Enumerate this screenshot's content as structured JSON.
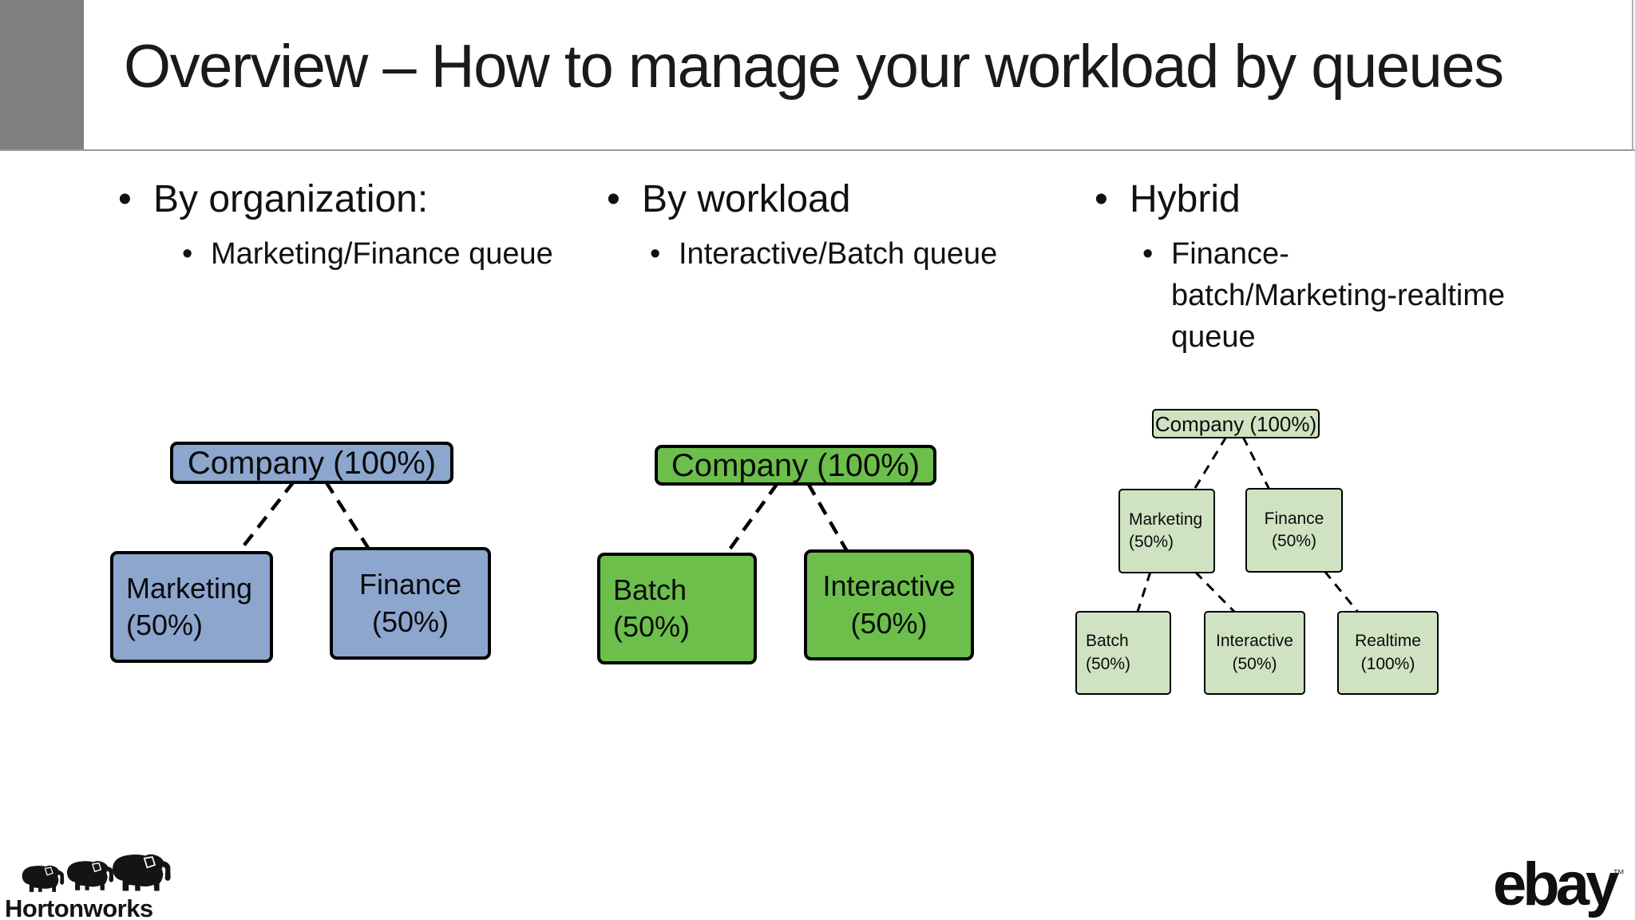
{
  "slide": {
    "title": "Overview – How to manage your workload by queues",
    "header_accent_color": "#7f7f7f",
    "background": "#ffffff"
  },
  "bullets": {
    "organization": {
      "label": "By organization:",
      "sub": "Marketing/Finance queue"
    },
    "workload": {
      "label": "By workload",
      "sub": "Interactive/Batch queue"
    },
    "hybrid": {
      "label": "Hybrid",
      "sub": "Finance-\nbatch/Marketing-realtime\nqueue"
    }
  },
  "diagrams": {
    "organization": {
      "box_color": "#8ca6ce",
      "company": "Company (100%)",
      "marketing": "Marketing\n(50%)",
      "finance": "Finance\n(50%)",
      "edges": [
        "Company→Marketing",
        "Company→Finance"
      ]
    },
    "workload": {
      "box_color": "#6cbf4b",
      "company": "Company (100%)",
      "batch": "Batch\n(50%)",
      "interactive": "Interactive\n(50%)",
      "edges": [
        "Company→Batch",
        "Company→Interactive"
      ]
    },
    "hybrid": {
      "box_color": "#cfe3c2",
      "company": "Company (100%)",
      "marketing": "Marketing\n(50%)",
      "finance": "Finance\n(50%)",
      "batch": "Batch\n(50%)",
      "interactive": "Interactive\n(50%)",
      "realtime": "Realtime\n(100%)",
      "edges": [
        "Company→Marketing",
        "Company→Finance",
        "Marketing→Batch",
        "Marketing→Interactive",
        "Finance→Realtime"
      ]
    }
  },
  "footer": {
    "hortonworks": "Hortonworks",
    "ebay": "ebay",
    "ebay_tm": "™"
  }
}
